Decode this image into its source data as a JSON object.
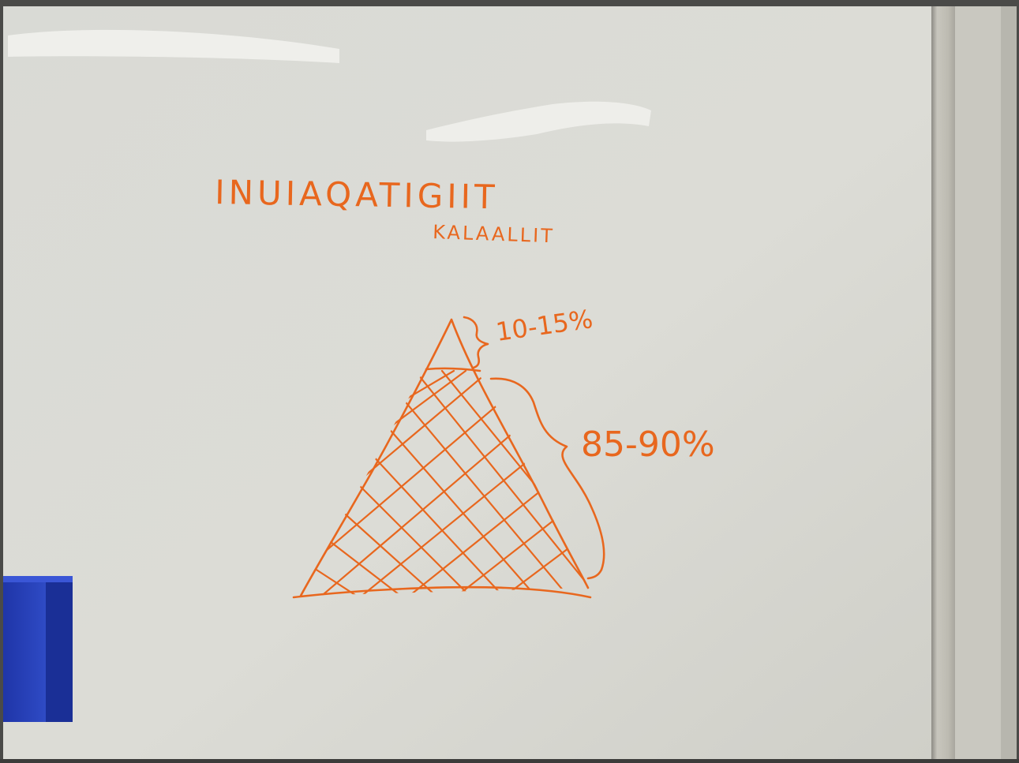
{
  "whiteboard": {
    "heading": "INUIAQATIGIIT",
    "subheading": "KALAALLIT",
    "top_segment_label": "10-15%",
    "bottom_segment_label": "85-90%",
    "marker_color": "#e8671e",
    "board_color": "#dcdcd6",
    "frame_color": "#b9b7ae",
    "magnet_color": "#2740b8"
  }
}
